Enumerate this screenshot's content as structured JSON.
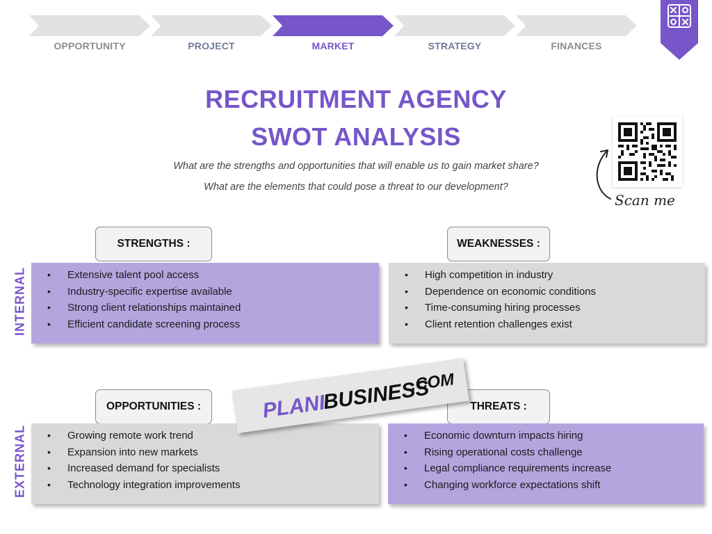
{
  "steps": [
    {
      "label": "OPPORTUNITY",
      "active": false
    },
    {
      "label": "PROJECT",
      "active": false
    },
    {
      "label": "MARKET",
      "active": true
    },
    {
      "label": "STRATEGY",
      "active": false
    },
    {
      "label": "FINANCES",
      "active": false
    }
  ],
  "colors": {
    "accent": "#7656c9",
    "step_active": "#7656c9",
    "step_inactive": "#e2e2e2",
    "label_inactive": "#8c8c8c",
    "label_project": "#6e7a96",
    "purple_box": "#b3a6df",
    "gray_box": "#d9d9d9"
  },
  "badge_icon": "tic-tac-toe-icon",
  "title": {
    "line1": "RECRUITMENT AGENCY",
    "line2": "SWOT ANALYSIS"
  },
  "questions": [
    "What are the strengths and opportunities that will enable us to gain market share?",
    "What are the elements that could pose a threat to our development?"
  ],
  "qr": {
    "scan_text": "Scan me",
    "icon": "qr-code-icon"
  },
  "side_labels": {
    "internal": "INTERNAL",
    "external": "EXTERNAL"
  },
  "quadrants": {
    "strengths": {
      "title": "STRENGTHS :",
      "items": [
        "Extensive talent pool access",
        "Industry-specific expertise available",
        "Strong client relationships maintained",
        "Efficient candidate screening process"
      ]
    },
    "weaknesses": {
      "title": "WEAKNESSES :",
      "items": [
        "High competition in industry",
        "Dependence on economic conditions",
        "Time-consuming hiring processes",
        "Client retention challenges exist"
      ]
    },
    "opportunities": {
      "title": "OPPORTUNITIES :",
      "items": [
        "Growing remote work trend",
        "Expansion into new markets",
        "Increased demand for specialists",
        "Technology integration improvements"
      ]
    },
    "threats": {
      "title": "THREATS :",
      "items": [
        "Economic downturn impacts hiring",
        "Rising operational costs challenge",
        "Legal compliance requirements increase",
        "Changing workforce expectations shift"
      ]
    }
  },
  "watermark": {
    "part1": "PLANI",
    "part2": "BUSINESS",
    "part3": ".COM"
  }
}
